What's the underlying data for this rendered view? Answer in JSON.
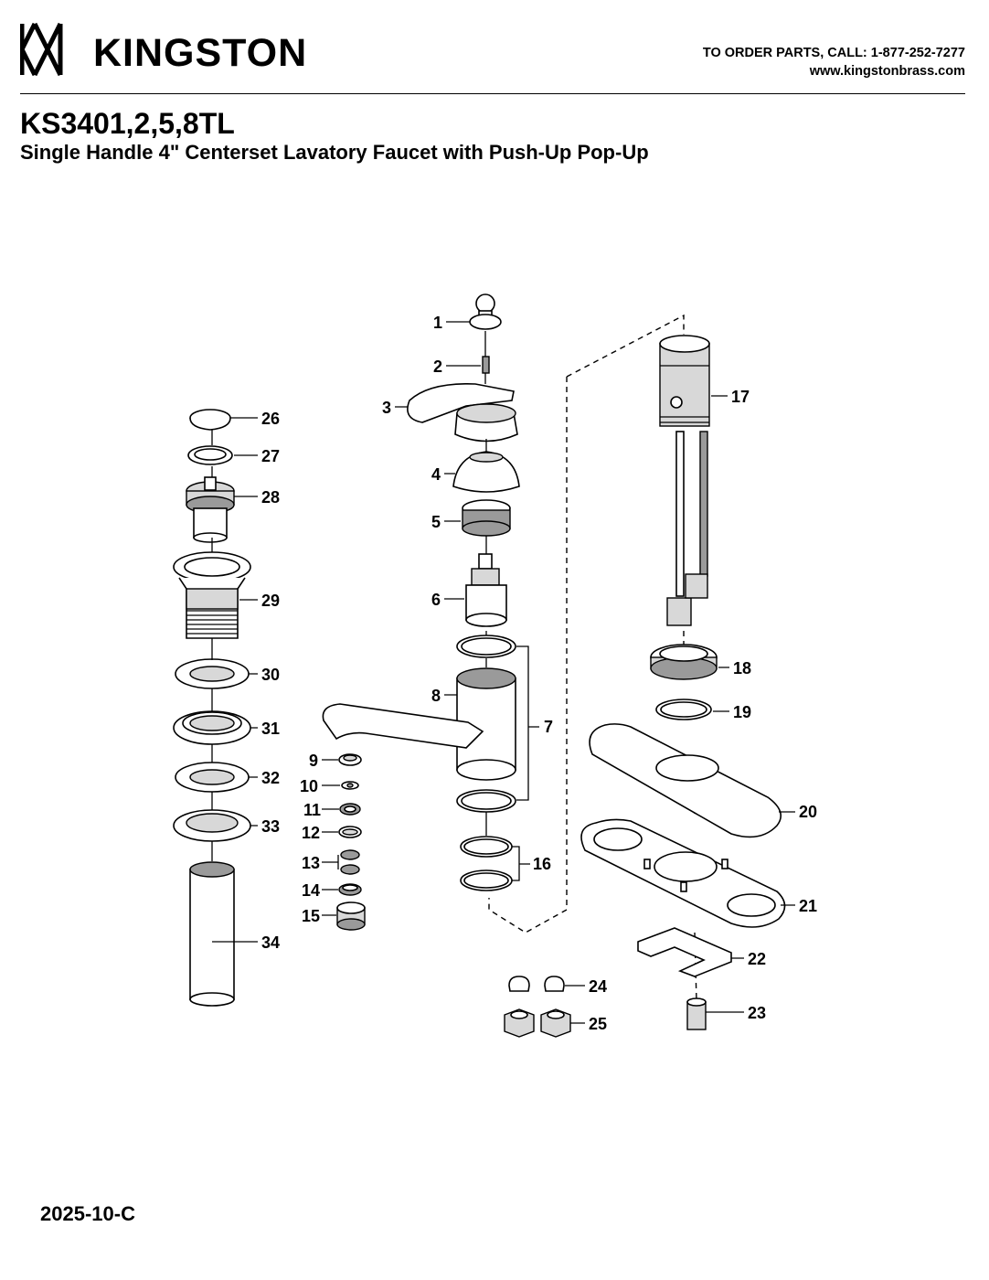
{
  "header": {
    "brand": "KINGSTON",
    "order_line": "TO ORDER PARTS, CALL: 1-877-252-7277",
    "website": "www.kingstonbrass.com"
  },
  "title": {
    "model": "KS3401,2,5,8TL",
    "description": "Single Handle 4\" Centerset Lavatory Faucet with Push-Up Pop-Up"
  },
  "callouts": [
    "1",
    "2",
    "3",
    "4",
    "5",
    "6",
    "7",
    "8",
    "9",
    "10",
    "11",
    "12",
    "13",
    "14",
    "15",
    "16",
    "17",
    "18",
    "19",
    "20",
    "21",
    "22",
    "23",
    "24",
    "25",
    "26",
    "27",
    "28",
    "29",
    "30",
    "31",
    "32",
    "33",
    "34"
  ],
  "footer": {
    "doc_code": "2025-10-C"
  }
}
